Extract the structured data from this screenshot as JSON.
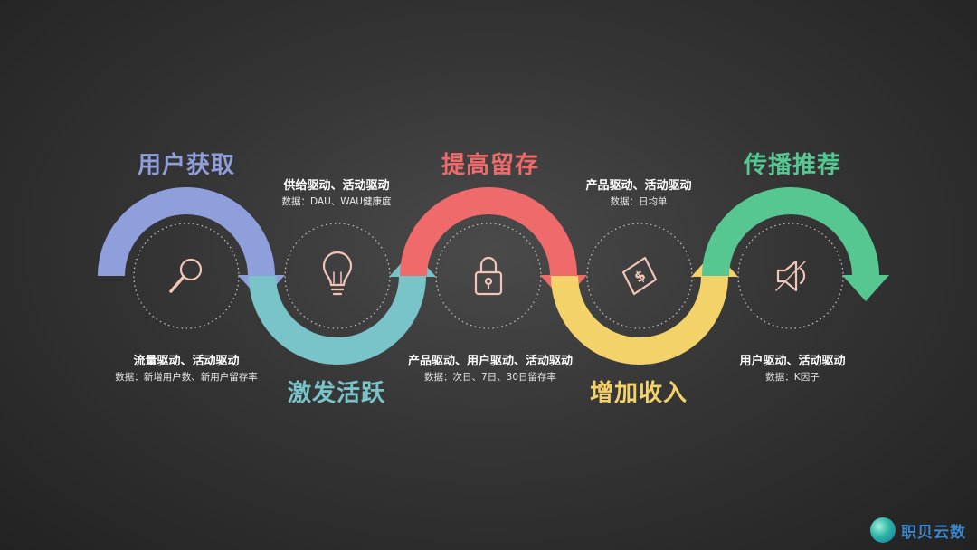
{
  "stages": [
    {
      "title": "用户获取",
      "drivers": "流量驱动、活动驱动",
      "metric": "数据：新增用户数、新用户留存率",
      "color": "#8e9fdb",
      "icon": "magnifier-icon"
    },
    {
      "title": "激发活跃",
      "drivers": "供给驱动、活动驱动",
      "metric": "数据：DAU、WAU健康度",
      "color": "#79c4c9",
      "icon": "lightbulb-icon"
    },
    {
      "title": "提高留存",
      "drivers": "产品驱动、用户驱动、活动驱动",
      "metric": "数据：次日、7日、30日留存率",
      "color": "#ef6b6b",
      "icon": "lock-icon"
    },
    {
      "title": "增加收入",
      "drivers": "产品驱动、活动驱动",
      "metric": "数据：日均单",
      "color": "#f3d26a",
      "icon": "money-icon"
    },
    {
      "title": "传播推荐",
      "drivers": "用户驱动、活动驱动",
      "metric": "数据：K因子",
      "color": "#57c792",
      "icon": "speaker-icon"
    }
  ],
  "brand": {
    "name": "职贝云数",
    "icon": "globe-logo-icon"
  }
}
